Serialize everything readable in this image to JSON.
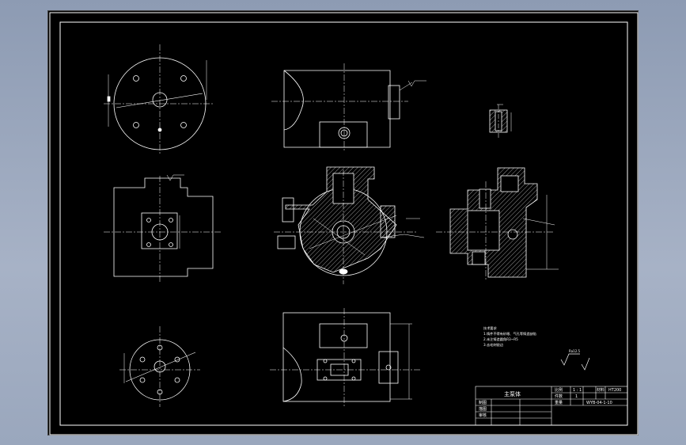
{
  "colors": {
    "background": "#9aa7bd",
    "paper": "#000000",
    "line": "#ffffff",
    "centerline": "#ffffff",
    "hatch": "#ffffff"
  },
  "views": [
    "top-left-circle-flange",
    "top-middle-side-view",
    "top-right-detail",
    "middle-left-square-flange",
    "middle-center-section",
    "middle-right-section",
    "bottom-left-circle-flange",
    "bottom-middle-bottom-view"
  ],
  "title_block": {
    "part_name": "主泵体",
    "scale_label": "比例",
    "scale_value": "1 : 1",
    "material_label": "材料",
    "material_value": "HT200",
    "sheet_label": "件数",
    "sheet_value": "1",
    "weight_label": "重量",
    "drawing_no": "WYB-04-1-10",
    "row_labels": [
      "制图",
      "描图",
      "审核"
    ]
  },
  "tech_notes": [
    "技术要求",
    "1.铸件不得有砂眼、气孔等铸造缺陷",
    "2.未注铸造圆角R3~R5",
    "3.去毛刺锐边"
  ],
  "roughness_label": "Ra12.5"
}
